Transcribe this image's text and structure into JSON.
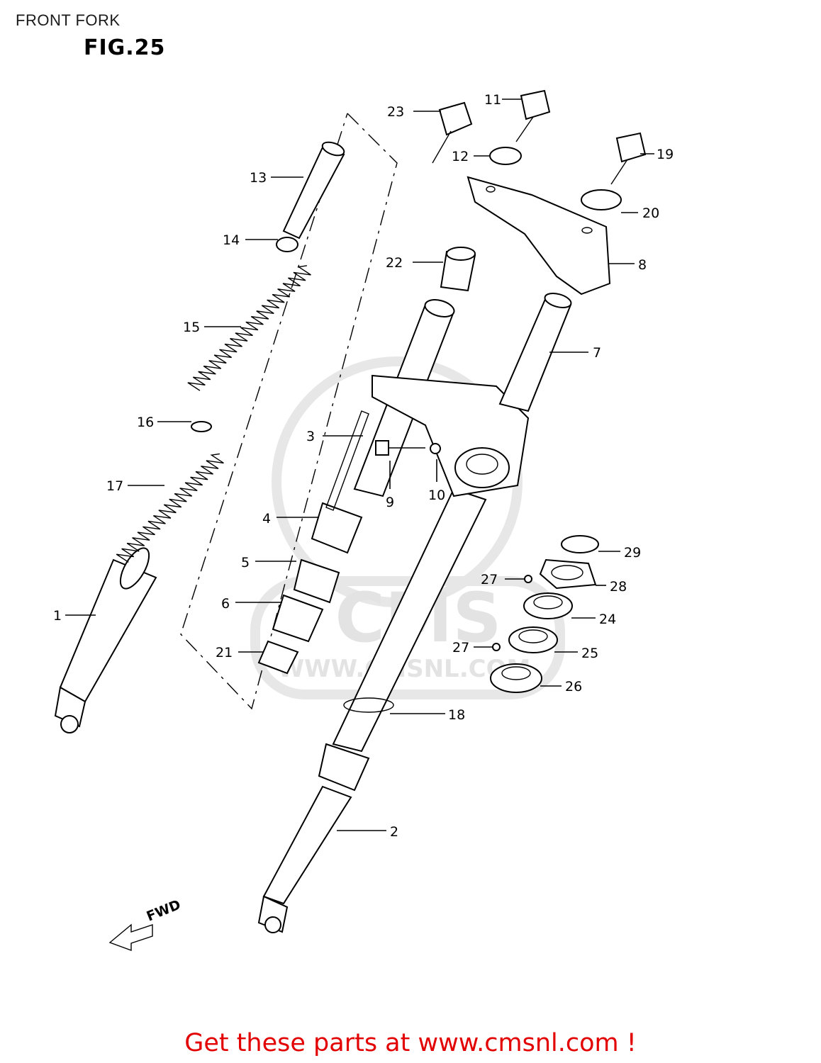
{
  "page": {
    "title": "FRONT FORK",
    "figure_label": "FIG.25",
    "footer_link": "Get these parts at www.cmsnl.com !",
    "footer_color": "#e20000"
  },
  "watermark": {
    "brand": "CMS",
    "url": "WWW.CMSNL.COM"
  },
  "direction_label": "FWD",
  "callouts": [
    "1",
    "2",
    "3",
    "4",
    "5",
    "6",
    "7",
    "8",
    "9",
    "10",
    "11",
    "12",
    "13",
    "14",
    "15",
    "16",
    "17",
    "18",
    "19",
    "20",
    "21",
    "22",
    "23",
    "24",
    "25",
    "26",
    "27",
    "27",
    "28",
    "29"
  ]
}
